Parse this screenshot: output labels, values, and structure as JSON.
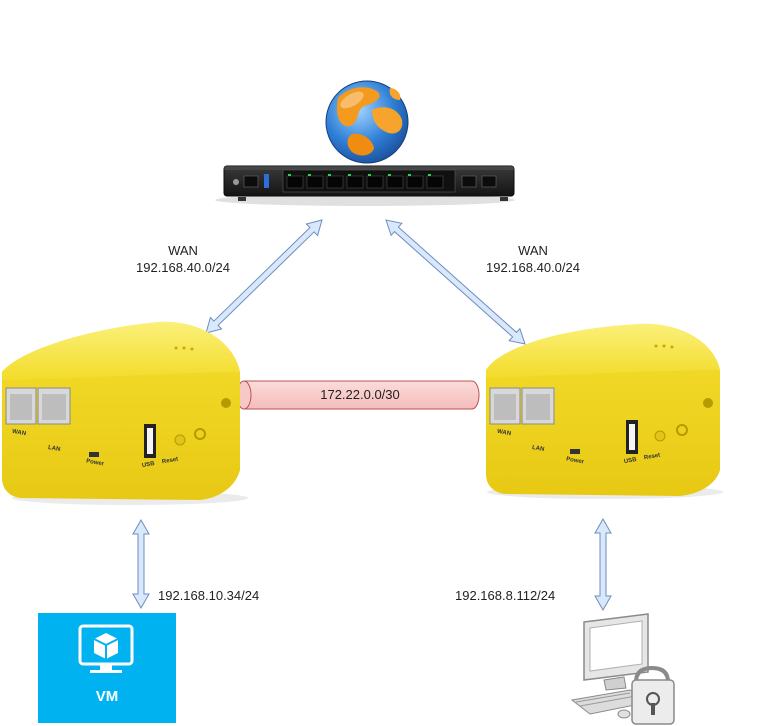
{
  "links": {
    "wan_left": {
      "title": "WAN",
      "subnet": "192.168.40.0/24"
    },
    "wan_right": {
      "title": "WAN",
      "subnet": "192.168.40.0/24"
    },
    "tunnel": {
      "subnet": "172.22.0.0/30"
    },
    "lan_left": {
      "subnet": "192.168.10.34/24"
    },
    "lan_right": {
      "subnet": "192.168.8.112/24"
    }
  },
  "routers": {
    "port_labels": {
      "wan": "WAN",
      "lan": "LAN",
      "power": "Power",
      "usb": "USB",
      "reset": "Reset"
    }
  },
  "vm": {
    "label": "VM"
  },
  "colors": {
    "arrow_fill": "#dae8fc",
    "arrow_stroke": "#6c8ebf",
    "tunnel_fill": "#f8cecc",
    "tunnel_stroke": "#b85450",
    "router_yellow": "#f6e133",
    "vm_tile": "#00b2ef"
  }
}
